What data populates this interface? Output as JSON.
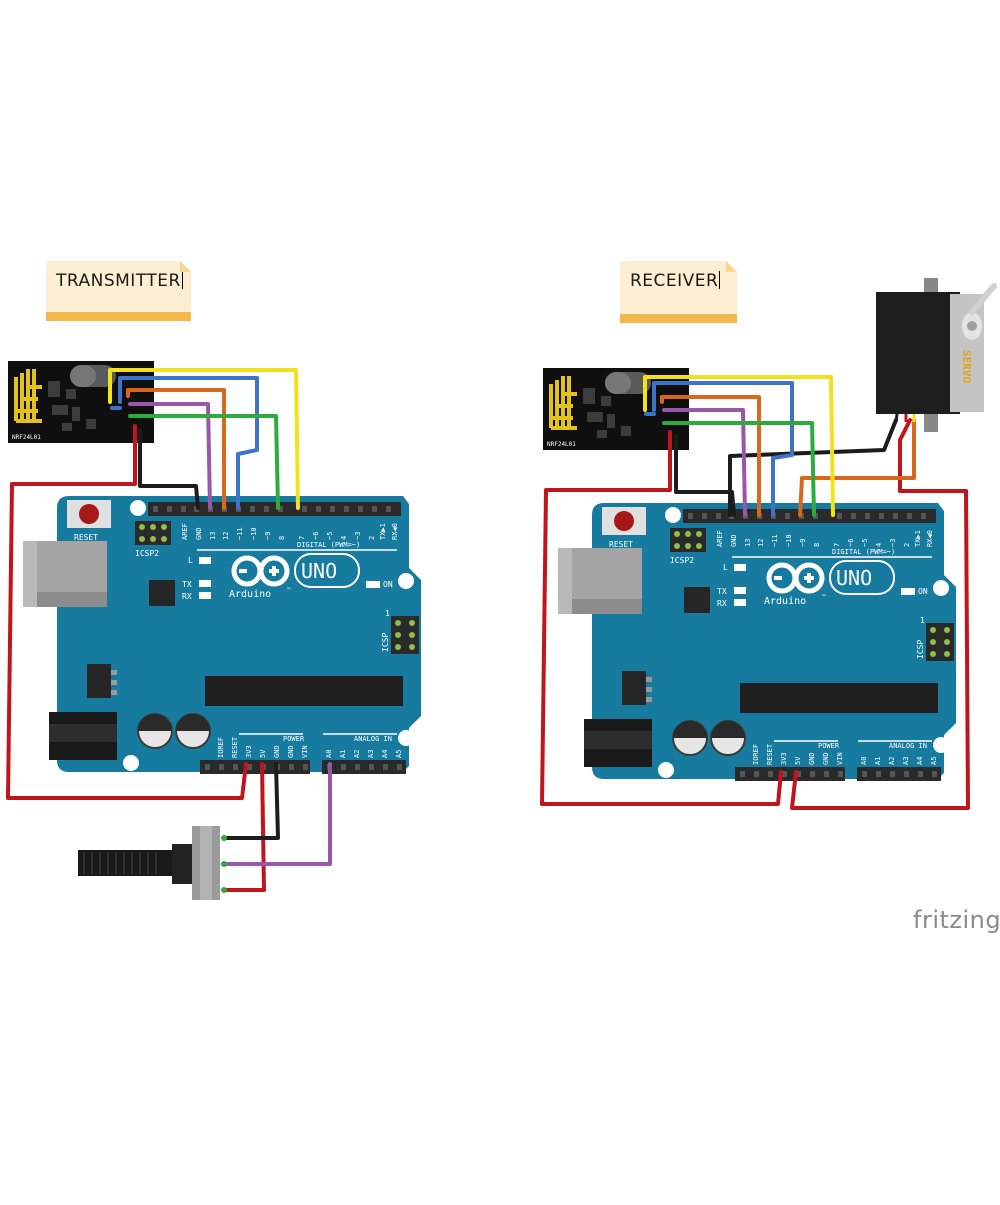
{
  "notes": {
    "transmitter": "TRANSMITTER",
    "receiver": "RECEIVER"
  },
  "arduino": {
    "brand": "Arduino",
    "trademark": "™",
    "model": "UNO",
    "reset_label": "RESET",
    "icsp2_label": "ICSP2",
    "icsp_label": "ICSP",
    "on_label": "ON",
    "l_label": "L",
    "tx_label": "TX",
    "rx_label": "RX",
    "digital_label": "DIGITAL (PWM=~)",
    "power_label": "POWER",
    "analog_label": "ANALOG IN",
    "icsp_pin1": "1",
    "digital_pins": [
      "AREF",
      "GND",
      "13",
      "12",
      "~11",
      "~10",
      "~9",
      "8",
      "7",
      "~6",
      "~5",
      "4",
      "~3",
      "2",
      "TX▶1",
      "RX◀0"
    ],
    "power_pins": [
      "IOREF",
      "RESET",
      "3V3",
      "5V",
      "GND",
      "GND",
      "VIN"
    ],
    "analog_pins": [
      "A0",
      "A1",
      "A2",
      "A3",
      "A4",
      "A5"
    ]
  },
  "radio_module": {
    "label": "NRF24L01"
  },
  "servo": {
    "label": "SERVO"
  },
  "logo": "fritzing",
  "colors": {
    "board": "#167b9e",
    "wire_red": "#c0161b",
    "wire_black": "#1c1c1c",
    "wire_yellow": "#f2e21c",
    "wire_blue": "#3c74c9",
    "wire_orange": "#d8691c",
    "wire_purple": "#9957a8",
    "wire_green": "#2fab3e"
  }
}
